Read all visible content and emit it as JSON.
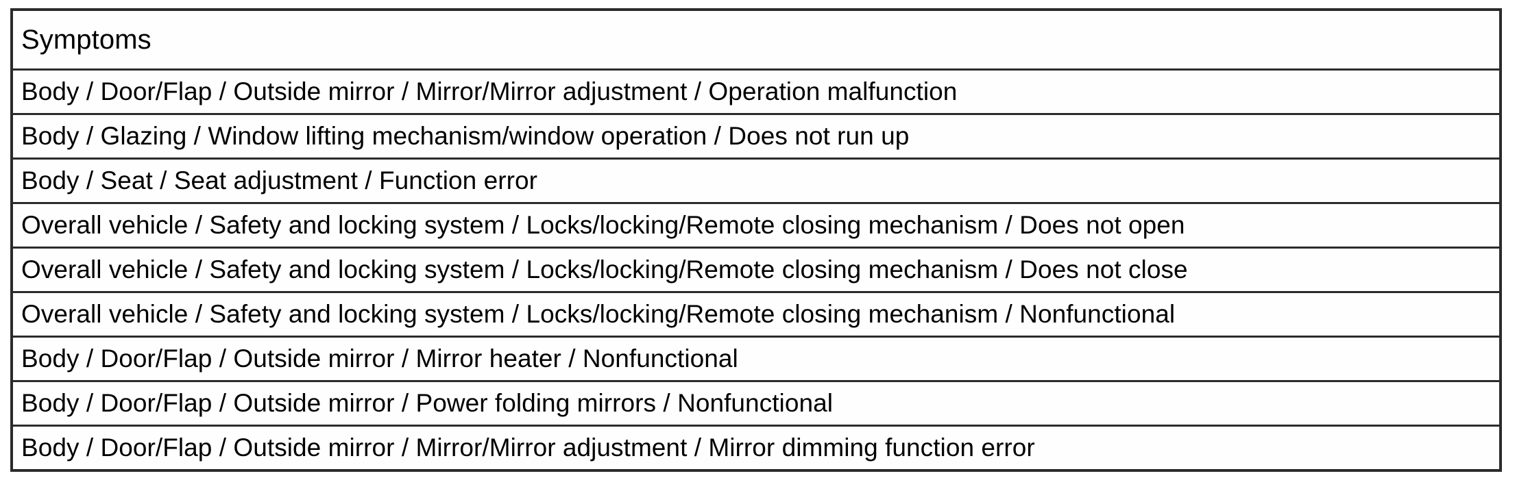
{
  "table": {
    "columns": [
      "Symptoms"
    ],
    "header": {
      "symptoms_label": "Symptoms"
    },
    "rows": [
      {
        "symptom": "Body / Door/Flap / Outside mirror / Mirror/Mirror adjustment / Operation malfunction"
      },
      {
        "symptom": "Body / Glazing / Window lifting mechanism/window operation / Does not run up"
      },
      {
        "symptom": "Body / Seat / Seat adjustment / Function error"
      },
      {
        "symptom": "Overall vehicle / Safety and locking system / Locks/locking/Remote closing mechanism / Does not open"
      },
      {
        "symptom": "Overall vehicle / Safety and locking system / Locks/locking/Remote closing mechanism / Does not close"
      },
      {
        "symptom": "Overall vehicle / Safety and locking system / Locks/locking/Remote closing mechanism / Nonfunctional"
      },
      {
        "symptom": "Body / Door/Flap / Outside mirror / Mirror heater / Nonfunctional"
      },
      {
        "symptom": "Body / Door/Flap / Outside mirror / Power folding mirrors / Nonfunctional"
      },
      {
        "symptom": "Body / Door/Flap / Outside mirror / Mirror/Mirror adjustment / Mirror dimming function error"
      }
    ],
    "row_count": 9
  },
  "colors": {
    "border": "#2b2b2b",
    "text": "#000000",
    "cell_background": "#fefefe",
    "page_background": "#ffffff"
  }
}
